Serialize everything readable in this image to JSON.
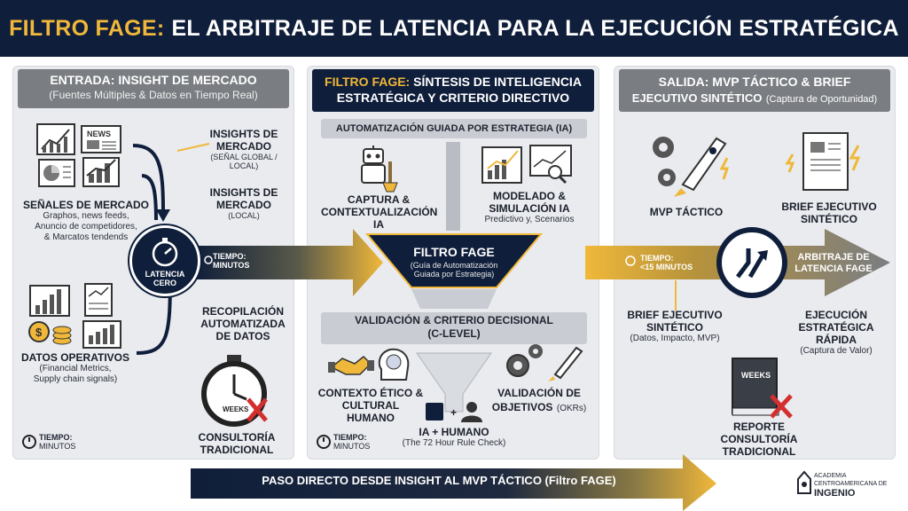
{
  "header": {
    "brand": "FILTRO FAGE:",
    "title": "EL ARBITRAJE DE LATENCIA PARA LA EJECUCIÓN ESTRATÉGICA"
  },
  "left": {
    "head": "ENTRADA: INSIGHT DE MERCADO",
    "head_sub": "(Fuentes Múltiples & Datos en Tiempo Real)",
    "signals_title": "SEÑALES DE MERCADO",
    "signals_desc": [
      "Graphos, news feeds,",
      "Anuncio de competidores,",
      "& Marcatos tendends"
    ],
    "news_label": "NEWS",
    "ops_title": "DATOS OPERATIVOS",
    "ops_desc": [
      "(Financial Metrics,",
      "Supply chain signals)"
    ],
    "latency_label": [
      "LATENCIA",
      "CERO"
    ],
    "insights_global_title": [
      "INSIGHTS DE",
      "MERCADO"
    ],
    "insights_global_sub": "(SEÑAL GLOBAL / LOCAL)",
    "insights_local_title": [
      "INSIGHTS DE",
      "MERCADO"
    ],
    "insights_local_sub": "(LOCAL)",
    "recop_title": [
      "RECOPILACIÓN",
      "AUTOMATIZADA",
      "DE DATOS"
    ],
    "consult_title": [
      "CONSULTORÍA",
      "TRADICIONAL"
    ],
    "weeks_label": "WEEKS",
    "tiempo_label": [
      "TIEMPO:",
      "MINUTOS"
    ],
    "arrow_tiempo": [
      "TIEMPO:",
      "MINUTOS"
    ]
  },
  "center": {
    "head_brand": "FILTRO FAGE:",
    "head_rest": "SÍNTESIS DE INTELIGENCIA",
    "head_line2": "ESTRATÉGICA Y CRITERIO DIRECTIVO",
    "auto_bar": "AUTOMATIZACIÓN GUIADA POR ESTRATEGIA (IA)",
    "capture_title": [
      "CAPTURA &",
      "CONTEXTUALIZACIÓN",
      "IA"
    ],
    "model_title": [
      "MODELADO &",
      "SIMULACIÓN IA"
    ],
    "model_sub": "Predictivo y, Scenarios",
    "funnel_title": "FILTRO FAGE",
    "funnel_sub": [
      "(Guía de Automatización",
      "Guiada por Estrategia)"
    ],
    "valid_bar": [
      "VALIDACIÓN & CRITERIO DECISIONAL",
      "(C-LEVEL)"
    ],
    "ethic_title": [
      "CONTEXTO ÉTICO &",
      "CULTURAL HUMANO"
    ],
    "obj_title": [
      "VALIDACIÓN DE"
    ],
    "obj_title2": "OBJETIVOS",
    "obj_sub": "(OKRs)",
    "ia_title": "IA + HUMANO",
    "ia_sub": "(The 72 Hour Rule Check)",
    "tiempo_label": [
      "TIEMPO:",
      "MINUTOS"
    ]
  },
  "right": {
    "head": [
      "SALIDA: MVP TÁCTICO & BRIEF"
    ],
    "head_line2_bold": "EJECUTIVO SINTÉTICO",
    "head_line2_sub": "(Captura de Oportunidad)",
    "mvp_title": "MVP TÁCTICO",
    "brief_title": [
      "BRIEF EJECUTIVO",
      "SINTÉTICO"
    ],
    "tiempo": [
      "TIEMPO:",
      "<15 MINUTOS"
    ],
    "arb_label": [
      "ARBITRAJE DE",
      "LATENCIA FAGE"
    ],
    "brief2_title": [
      "BRIEF EJECUTIVO",
      "SINTÉTICO"
    ],
    "brief2_sub": "(Datos, Impacto, MVP)",
    "exec_title": [
      "EJECUCIÓN",
      "ESTRATÉGICA",
      "RÁPIDA"
    ],
    "exec_sub": "(Captura de Valor)",
    "weeks_label": "WEEKS",
    "report_title": [
      "REPORTE",
      "CONSULTORÍA",
      "TRADICIONAL"
    ]
  },
  "footer": {
    "bar": "PASO DIRECTO DESDE INSIGHT AL MVP TÁCTICO (Filtro FAGE)",
    "logo_line1": "ACADEMIA",
    "logo_line2": "CENTROAMERICANA DE",
    "logo_line3": "INGENIO"
  },
  "colors": {
    "navy": "#0f1e3a",
    "gold": "#f0b83a",
    "gray_head": "#7a7d82",
    "panel": "#e9ebef",
    "red": "#d32f2f"
  }
}
